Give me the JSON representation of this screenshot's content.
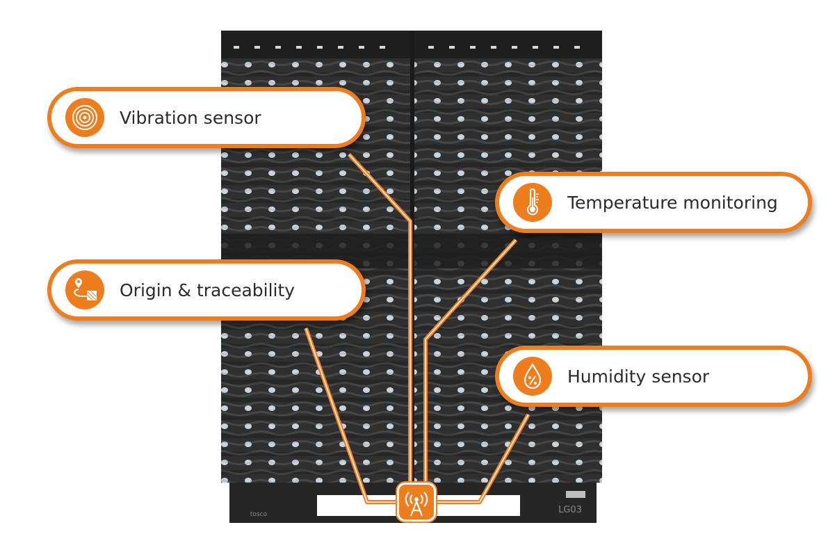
{
  "colors": {
    "accent": "#ee7d1e",
    "pallet": "#2e2e2e",
    "label_text": "#2b2b2b"
  },
  "labels": {
    "vibration": {
      "text": "Vibration sensor",
      "icon": "vibration-icon"
    },
    "temperature": {
      "text": "Temperature monitoring",
      "icon": "thermometer-icon"
    },
    "origin": {
      "text": "Origin & traceability",
      "icon": "location-route-icon"
    },
    "humidity": {
      "text": "Humidity sensor",
      "icon": "humidity-drop-icon"
    }
  },
  "tracker": {
    "icon": "signal-tower-icon"
  },
  "pallet": {
    "brand_text": "tosco",
    "code_text": "LG03"
  }
}
